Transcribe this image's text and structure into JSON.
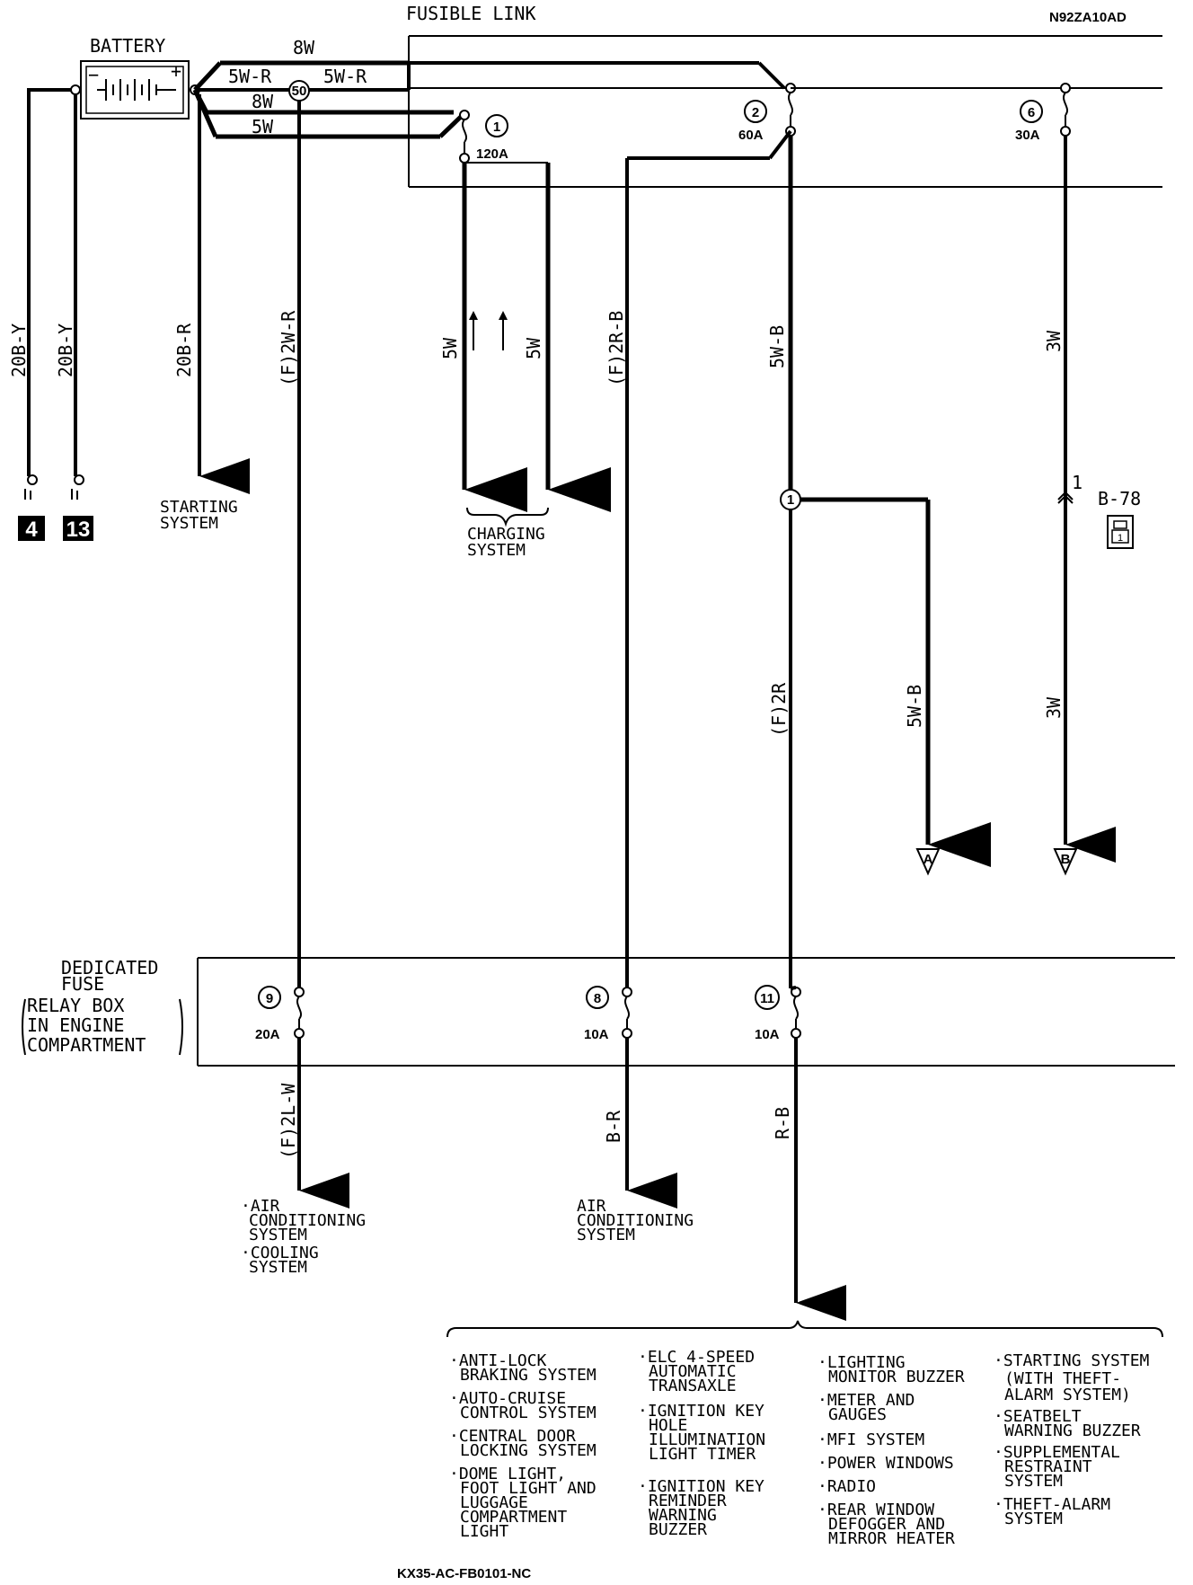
{
  "header": {
    "fusible_link_title": "FUSIBLE LINK",
    "diagram_code": "N92ZA10AD",
    "footer_code": "KX35-AC-FB0101-NC"
  },
  "battery": {
    "label": "BATTERY",
    "minus": "−",
    "plus": "+"
  },
  "top_wires": {
    "w8w_top": "8W",
    "w5wr_left": "5W-R",
    "w5wr_right": "5W-R",
    "junction_50": "50",
    "w8w_mid": "8W",
    "w5w": "5W"
  },
  "ground_wires": {
    "left1": "20B-Y",
    "left2": "20B-Y",
    "starting": "20B-R",
    "ground1_num": "4",
    "ground2_num": "13"
  },
  "starting_system": [
    "STARTING",
    "SYSTEM"
  ],
  "fusible_links": [
    {
      "num": "1",
      "rating": "120A"
    },
    {
      "num": "2",
      "rating": "60A"
    },
    {
      "num": "6",
      "rating": "30A"
    }
  ],
  "vertical_wires": {
    "f2wr": "(F)2W-R",
    "charge1": "5W",
    "charge2": "5W",
    "f2rb": "(F)2R-B",
    "w5wb": "5W-B",
    "w3w_top": "3W",
    "f2r": "(F)2R",
    "w5wb_a": "5W-B",
    "w3w_b": "3W"
  },
  "charging_system": [
    "CHARGING",
    "SYSTEM"
  ],
  "splice_1": "1",
  "connector": {
    "pin": "1",
    "name": "B-78",
    "icon_pin": "1"
  },
  "terminals": {
    "a": "A",
    "b": "B"
  },
  "dedicated_fuse": {
    "title1": "DEDICATED",
    "title2": "FUSE",
    "sub1": "RELAY BOX",
    "sub2": "IN ENGINE",
    "sub3": "COMPARTMENT",
    "fuses": [
      {
        "num": "9",
        "rating": "20A"
      },
      {
        "num": "8",
        "rating": "10A"
      },
      {
        "num": "11",
        "rating": "10A"
      }
    ]
  },
  "bottom_wires": {
    "f2lw": "(F)2L-W",
    "br": "B-R",
    "rb": "R-B"
  },
  "outputs": {
    "left": [
      "·AIR",
      "CONDITIONING",
      "SYSTEM",
      "·COOLING",
      "SYSTEM"
    ],
    "middle": [
      "AIR",
      "CONDITIONING",
      "SYSTEM"
    ]
  },
  "systems": {
    "col1": [
      "·ANTI-LOCK",
      "BRAKING SYSTEM",
      "·AUTO-CRUISE",
      "CONTROL SYSTEM",
      "·CENTRAL DOOR",
      "LOCKING SYSTEM",
      "·DOME LIGHT,",
      "FOOT LIGHT AND",
      "LUGGAGE",
      "COMPARTMENT",
      "LIGHT"
    ],
    "col2": [
      "·ELC 4-SPEED",
      "AUTOMATIC",
      "TRANSAXLE",
      "·IGNITION KEY",
      "HOLE",
      "ILLUMINATION",
      "LIGHT TIMER",
      "·IGNITION KEY",
      "REMINDER",
      "WARNING",
      "BUZZER"
    ],
    "col3": [
      "·LIGHTING",
      "MONITOR BUZZER",
      "·METER AND",
      "GAUGES",
      "·MFI SYSTEM",
      "·POWER WINDOWS",
      "·RADIO",
      "·REAR WINDOW",
      "DEFOGGER AND",
      "MIRROR HEATER"
    ],
    "col4": [
      "·STARTING SYSTEM",
      "(WITH THEFT-",
      "ALARM SYSTEM)",
      "·SEATBELT",
      "WARNING BUZZER",
      "·SUPPLEMENTAL",
      "RESTRAINT",
      "SYSTEM",
      "·THEFT-ALARM",
      "SYSTEM"
    ]
  }
}
